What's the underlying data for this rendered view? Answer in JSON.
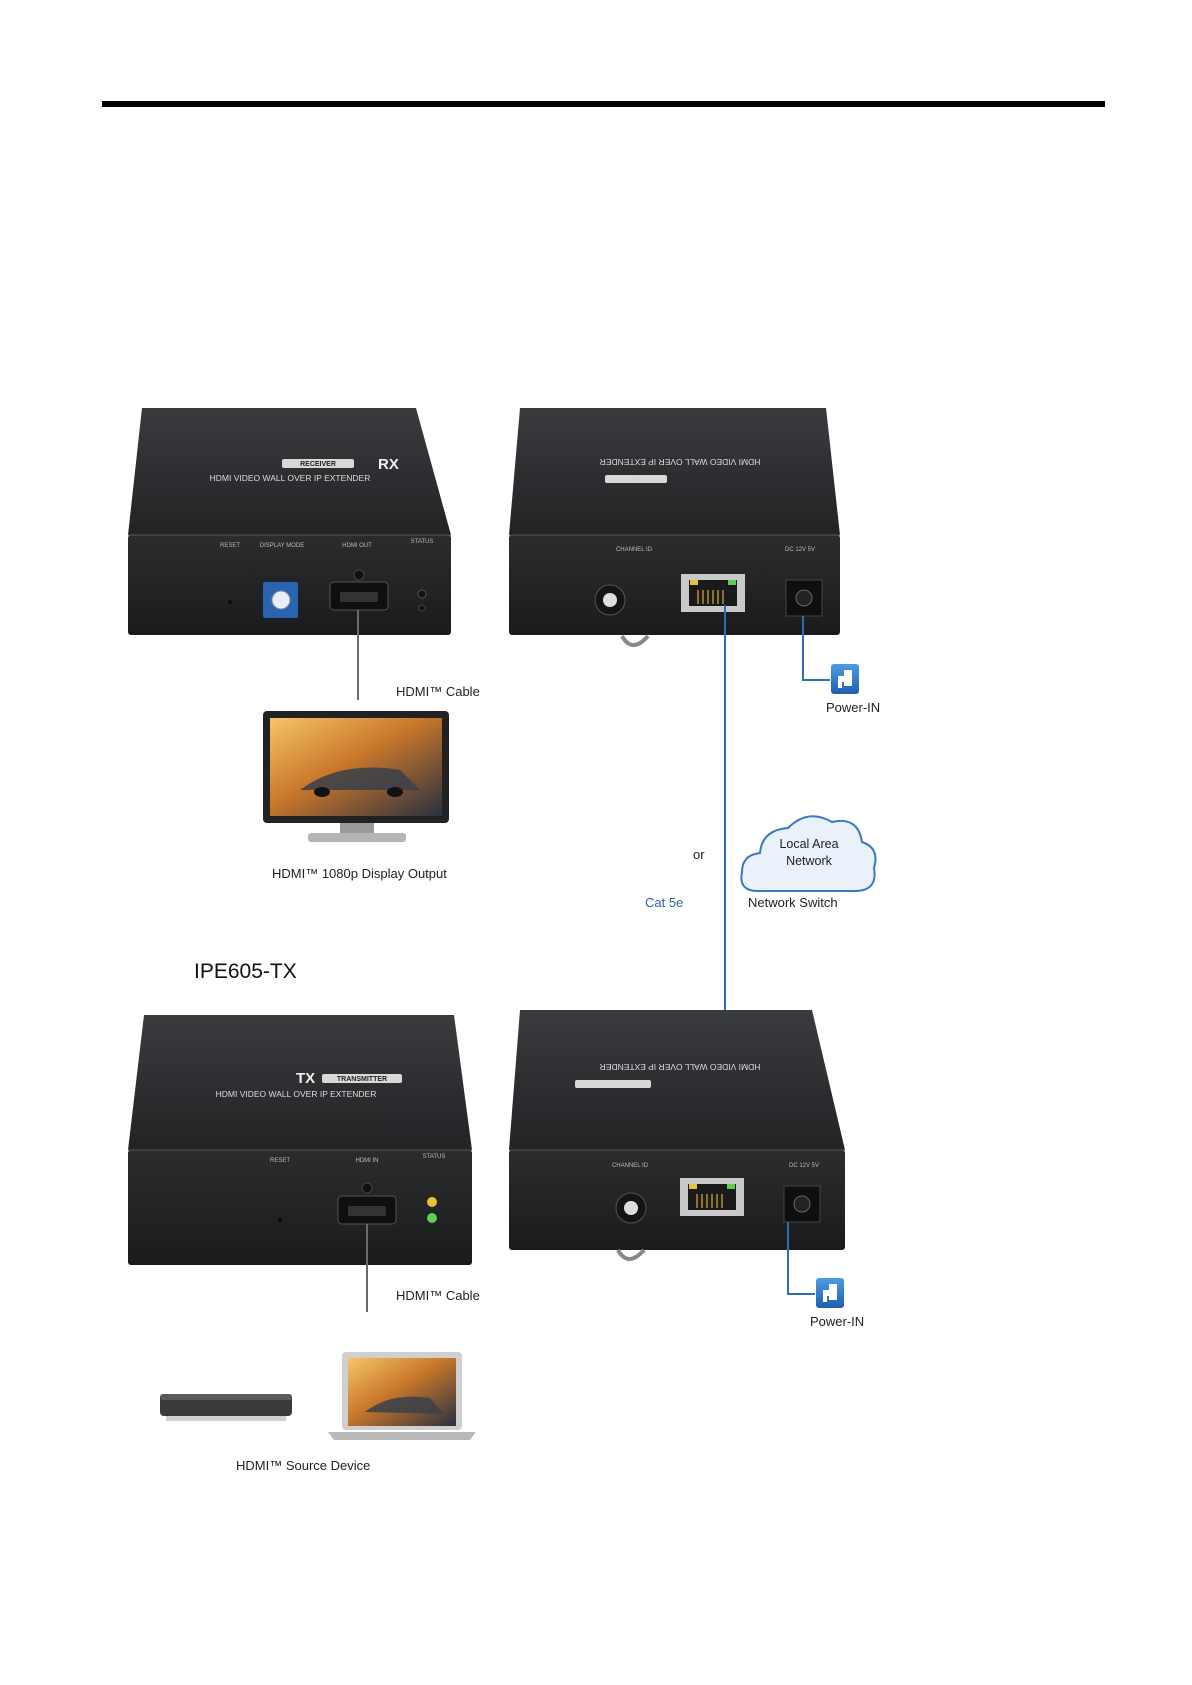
{
  "header_rule": true,
  "section_title": "IPE605-TX",
  "rx_front": {
    "brand_badge": "RECEIVER",
    "model": "RX",
    "product_name": "HDMI VIDEO WALL OVER IP EXTENDER",
    "ports": {
      "reset": "RESET",
      "display_mode": "DISPLAY MODE",
      "hdmi_out": "HDMI OUT",
      "status": "STATUS"
    }
  },
  "rx_back": {
    "ports": {
      "channel_id": "CHANNEL ID",
      "dc_in": "DC 12V 5V"
    }
  },
  "tx_front": {
    "brand_badge": "TRANSMITTER",
    "model": "TX",
    "product_name": "HDMI VIDEO WALL OVER IP EXTENDER",
    "ports": {
      "reset": "RESET",
      "hdmi_in": "HDMI IN",
      "status": "STATUS"
    }
  },
  "tx_back": {
    "ports": {
      "channel_id": "CHANNEL ID",
      "dc_in": "DC 12V 5V"
    }
  },
  "labels": {
    "hdmi_cable_rx": "HDMI™ Cable",
    "display_output": "HDMI™ 1080p Display Output",
    "power_in_rx": "Power-IN",
    "or": "or",
    "cat5e": "Cat 5e",
    "network_switch": "Network Switch",
    "hdmi_cable_tx": "HDMI™ Cable",
    "power_in_tx": "Power-IN",
    "source_device": "HDMI™ Source Device"
  },
  "cloud": {
    "line1": "Local Area",
    "line2": "Network"
  },
  "colors": {
    "device_body": "#2a2b2d",
    "cable_blue": "#2e6db4",
    "cloud_stroke": "#3a78c0",
    "cloud_fill": "#e9f2fb",
    "knob_blue": "#2a64b0",
    "led_amber": "#e8c13a",
    "led_green": "#5fcf4f"
  },
  "icons": [
    "power-plug-icon",
    "power-plug-icon",
    "cloud-icon",
    "monitor-icon",
    "laptop-icon",
    "media-player-icon",
    "rj45-port-icon",
    "hdmi-port-icon"
  ]
}
